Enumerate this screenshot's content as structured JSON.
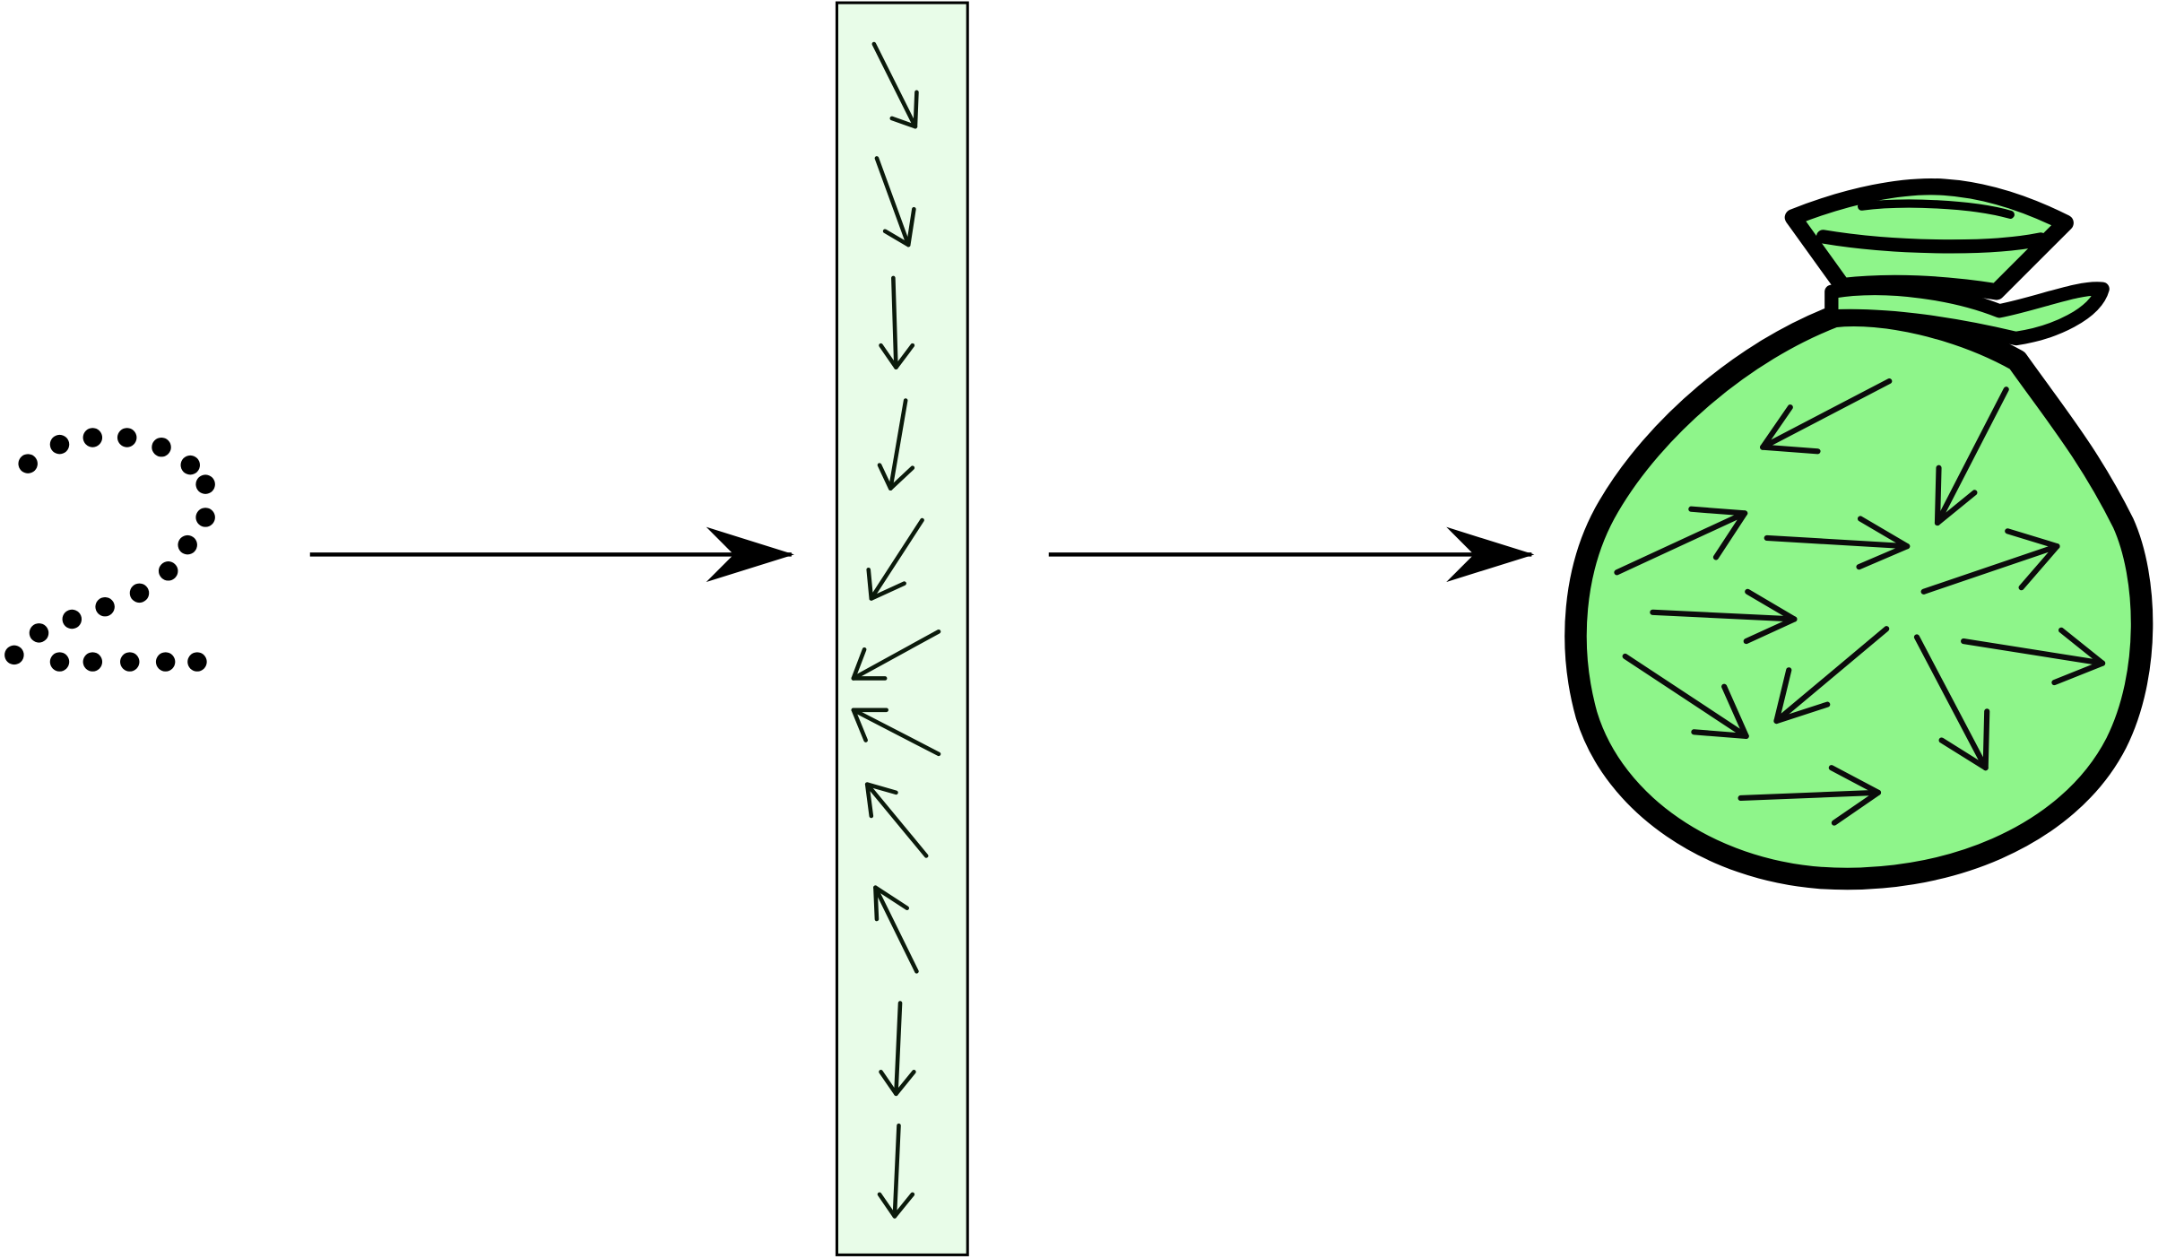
{
  "diagram": {
    "panels": [
      {
        "id": "input-shape",
        "kind": "dotted-curve",
        "label": ""
      },
      {
        "id": "vector-strip",
        "kind": "column-of-arrows",
        "label": ""
      },
      {
        "id": "bag-of-vectors",
        "kind": "bag",
        "label": ""
      }
    ],
    "flow_arrows": [
      {
        "from": "input-shape",
        "to": "vector-strip"
      },
      {
        "from": "vector-strip",
        "to": "bag-of-vectors"
      }
    ]
  },
  "colors": {
    "background": "#ffffff",
    "ink": "#000000",
    "arrow_ink": "#0b1a0b",
    "strip_fill": "#e8fce8",
    "strip_border": "#000000",
    "bag_fill": "#8ef58a"
  },
  "icons": {
    "dotted_shape": "dotted-curve-icon",
    "bag": "bag-icon"
  }
}
